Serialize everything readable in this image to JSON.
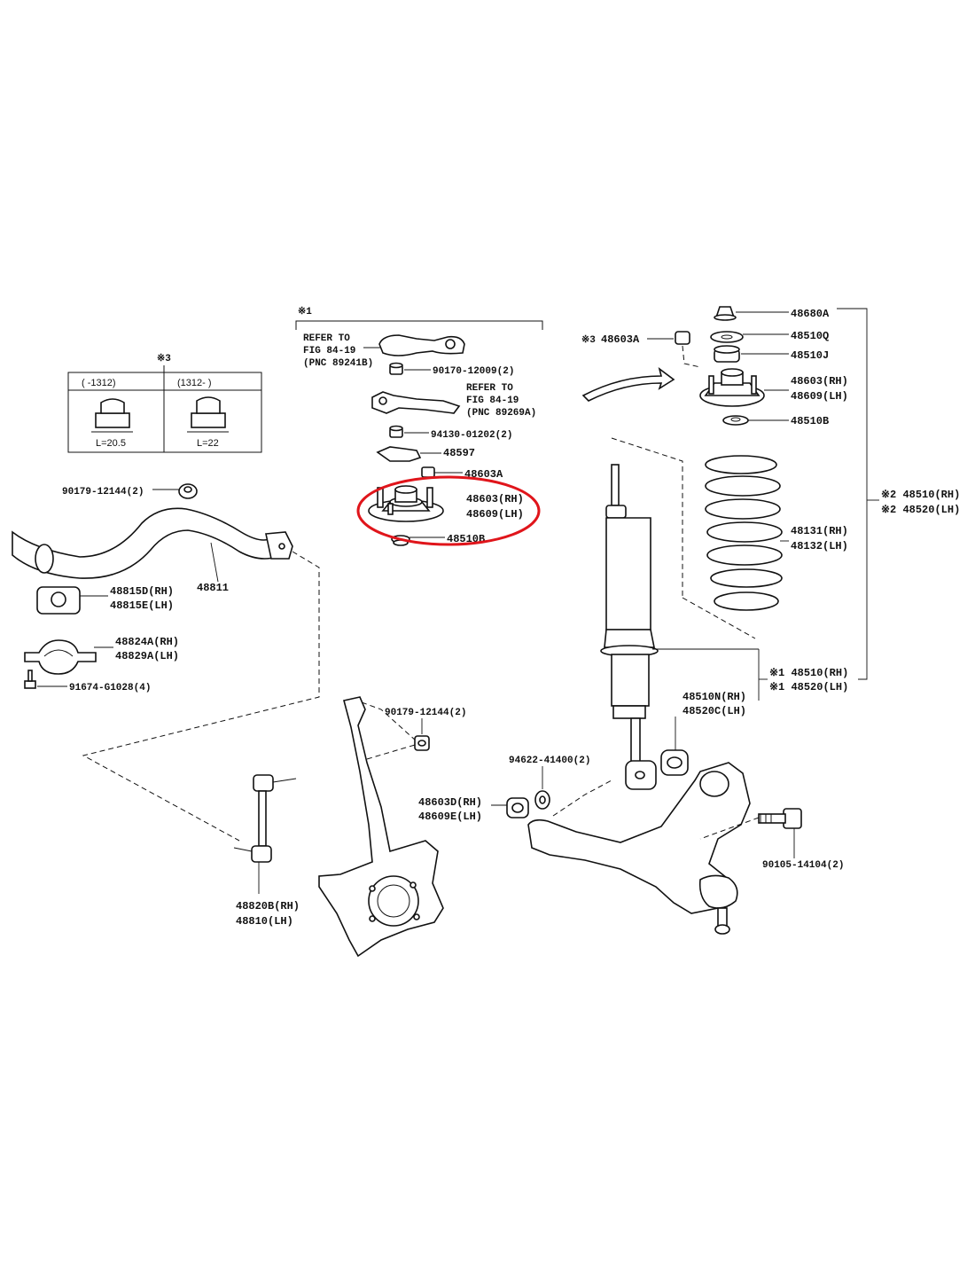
{
  "labels": {
    "note_x1": "※1",
    "note_x3": "※3",
    "refer1_a": "REFER TO",
    "refer1_b": "FIG 84-19",
    "refer1_c": "(PNC 89241B)",
    "refer2_a": "REFER TO",
    "refer2_b": "FIG 84-19",
    "refer2_c": "(PNC 89269A)",
    "p90170": "90170-12009(2)",
    "p94130": "94130-01202(2)",
    "p48597": "48597",
    "p48603A_c": "48603A",
    "p48603_c_rh": "48603(RH)",
    "p48609_c_lh": "48609(LH)",
    "p48510B_c": "48510B",
    "table_h1": "(     -1312)",
    "table_h2": "(1312-     )",
    "table_l1": "L=20.5",
    "table_l2": "L=22",
    "p90179_a": "90179-12144(2)",
    "p48811": "48811",
    "p48815D": "48815D(RH)",
    "p48815E": "48815E(LH)",
    "p48824A": "48824A(RH)",
    "p48829A": "48829A(LH)",
    "p91674": "91674-G1028(4)",
    "p90179_b": "90179-12144(2)",
    "p48820B": "48820B(RH)",
    "p48810": "48810(LH)",
    "p94622": "94622-41400(2)",
    "p48603D": "48603D(RH)",
    "p48609E": "48609E(LH)",
    "p90105": "90105-14104(2)",
    "p48603A_r_mark": "※3",
    "p48603A_r": "48603A",
    "p48680A": "48680A",
    "p48510Q": "48510Q",
    "p48510J": "48510J",
    "p48603_r_rh": "48603(RH)",
    "p48609_r_lh": "48609(LH)",
    "p48510B_r": "48510B",
    "p48131": "48131(RH)",
    "p48132": "48132(LH)",
    "p48510RH_x2": "※2 48510(RH)",
    "p48520LH_x2": "※2 48520(LH)",
    "p48510RH_x1": "※1 48510(RH)",
    "p48520LH_x1": "※1 48520(LH)",
    "p48510N": "48510N(RH)",
    "p48520C": "48520C(LH)"
  },
  "colors": {
    "ink": "#111111",
    "highlight": "#e0151b",
    "background": "#ffffff"
  }
}
